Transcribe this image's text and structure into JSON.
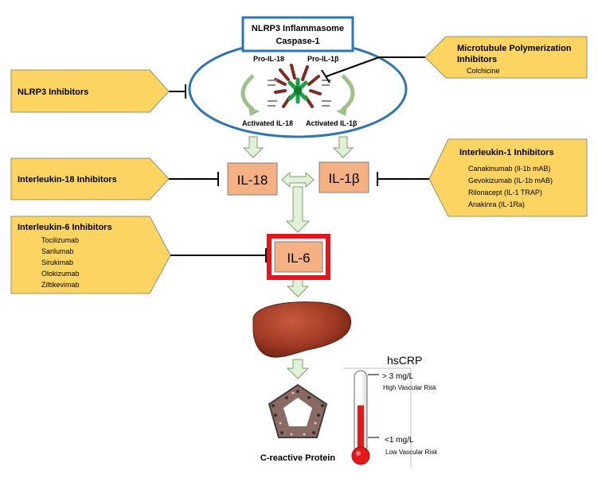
{
  "inflammasome": {
    "title_line1": "NLRP3 Inflammasome",
    "title_line2": "Caspase-1",
    "pro_il18": "Pro-IL-18",
    "pro_il1b": "Pro-IL-1β",
    "activated_il18": "Activated IL-18",
    "activated_il1b": "Activated IL-1β"
  },
  "nlrp3_inhibitors": {
    "title": "NLRP3 Inhibitors"
  },
  "microtubule": {
    "title_line1": "Microtubule Polymerization",
    "title_line2": "Inhibitors",
    "drugs": [
      "Colchicine"
    ]
  },
  "il18_inhibitors": {
    "title": "Interleukin-18 Inhibitors"
  },
  "il1_inhibitors": {
    "title": "Interleukin-1 Inhibitors",
    "drugs": [
      "Canakinumab  (Il-1b mAB)",
      "Gevokizumab  (IL-1b mAB)",
      "Rilonacept  (IL-1 TRAP)",
      "Anakinra   (IL-1Ra)"
    ]
  },
  "il6_inhibitors": {
    "title": "Interleukin-6 Inhibitors",
    "drugs": [
      "Tocilizumab",
      "Sarilumab",
      "Sirukimab",
      "Olokizumab",
      "Ziltikevimab"
    ]
  },
  "cytokines": {
    "il18": "IL-18",
    "il1b": "IL-1β",
    "il6": "IL-6"
  },
  "crp": {
    "label": "C-reactive Protein"
  },
  "hscrp": {
    "title": "hsCRP",
    "high_value": "> 3 mg/L",
    "high_label": "High Vascular Risk",
    "low_value": "<1 mg/L",
    "low_label": "Low Vascular Risk",
    "fill_fraction": 0.6
  },
  "colors": {
    "callout_fill": "#fcd462",
    "callout_stroke": "#9a8d6a",
    "cytokine_fill": "#f4b183",
    "arrow_fill": "#e2efd9",
    "arrow_stroke": "#7ea16a",
    "ellipse_stroke": "#2e75b6",
    "highlight": "#e8141b",
    "liver": "#a23b25",
    "mercury": "#e31818"
  }
}
